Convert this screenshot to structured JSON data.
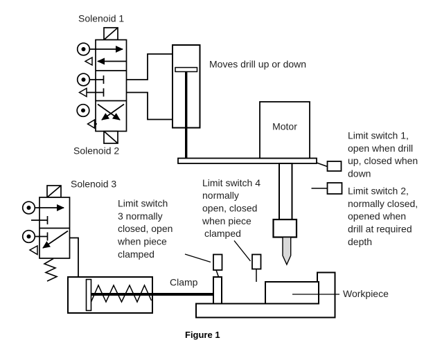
{
  "diagram": {
    "caption": "Figure 1",
    "labels": {
      "solenoid_1": "Solenoid 1",
      "solenoid_2": "Solenoid 2",
      "solenoid_3": "Solenoid 3",
      "drill_cylinder_note": "Moves drill up or down",
      "motor": "Motor",
      "clamp": "Clamp",
      "workpiece": "Workpiece"
    },
    "limit_switch_1_note": [
      "Limit switch 1,",
      "open when drill",
      "up, closed when",
      "down"
    ],
    "limit_switch_2_note": [
      "Limit switch 2,",
      "normally closed,",
      "opened when",
      "drill at required",
      "depth"
    ],
    "limit_switch_3_note": [
      "Limit switch",
      "3 normally",
      "closed, open",
      "when piece",
      "clamped"
    ],
    "limit_switch_4_note": [
      "Limit switch 4",
      "normally",
      "open, closed",
      "when piece",
      "clamped"
    ],
    "colors": {
      "line": "#000000",
      "text": "#1f1f1f",
      "drill_bit_fill": "#d9d9d9",
      "background": "#ffffff"
    }
  }
}
